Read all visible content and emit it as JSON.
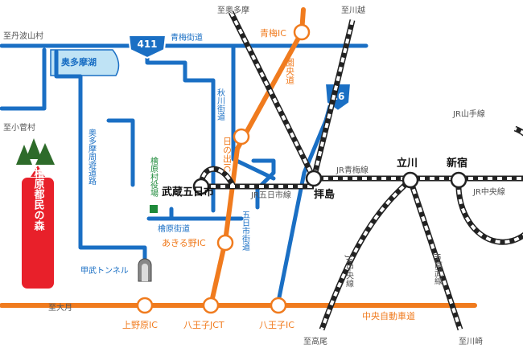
{
  "destinations": {
    "tanbayama": "至丹波山村",
    "kosuge": "至小菅村",
    "okutama": "至奥多摩",
    "kawagoe": "至川越",
    "otsuki": "至大月",
    "takao": "至高尾",
    "kawasaki": "至川崎"
  },
  "roads": {
    "ome_kaido": "青梅街道",
    "okutama_lake": "奥多摩湖",
    "okutama_shuyu": "奥多摩周遊道路",
    "akigawa_kaido": "秋川街道",
    "hinohara_kaido": "檜原街道",
    "itsukaichi_kaido": "五日市街道",
    "koshu_tunnel": "甲武トンネル",
    "chuo_expressway": "中央自動車道",
    "ken_o_do": "圏央道",
    "route411": "411",
    "route16": "16"
  },
  "rail_lines": {
    "jr_yamanote": "JR山手線",
    "jr_ome": "JR青梅線",
    "jr_itsukaichi": "JR五日市線",
    "jr_chuo_east": "JR中央線",
    "jr_chuo_south": "JR中央線",
    "jr_nambu": "JR南武線"
  },
  "stations": {
    "musashi_itsukaichi": "武蔵五日市",
    "haijima": "拝島",
    "tachikawa": "立川",
    "shinjuku": "新宿"
  },
  "interchanges": {
    "ome_ic": "青梅IC",
    "hinode_ic": "日の出IC",
    "akiruno_ic": "あきる野IC",
    "uenohara_ic": "上野原IC",
    "hachioji_jct": "八王子JCT",
    "hachioji_ic": "八王子IC"
  },
  "places": {
    "hinohara_office": "檜原村役場",
    "tomin_no_mori": "檜原都民の森"
  },
  "colors": {
    "road_blue": "#1a6fc4",
    "expressway_orange": "#f07b1e",
    "rail_black": "#222222",
    "lake_fill": "#bfe3f5",
    "forest_green": "#2e6b2a",
    "destination_red": "#e8202a"
  }
}
